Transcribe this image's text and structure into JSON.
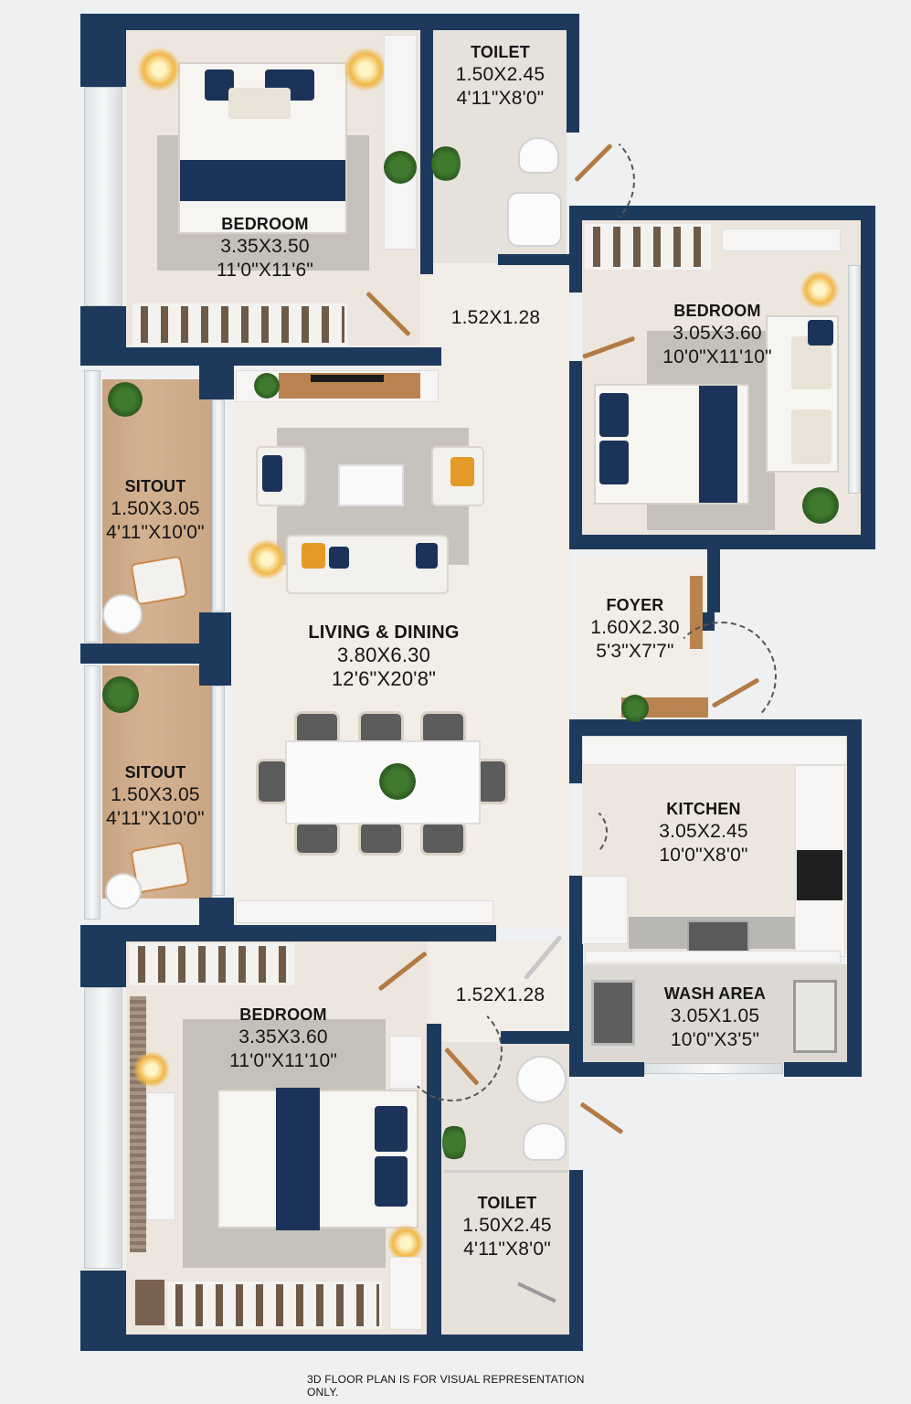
{
  "plan": {
    "wall_color": "#1d3a5c",
    "background_color": "#eef0f2",
    "rooms": [
      {
        "id": "bedroom-top-left",
        "name": "BEDROOM",
        "metric": "3.35X3.50",
        "imperial": "11'0\"X11'6\""
      },
      {
        "id": "toilet-top",
        "name": "TOILET",
        "metric": "1.50X2.45",
        "imperial": "4'11\"X8'0\""
      },
      {
        "id": "passage-top",
        "name": "",
        "metric": "1.52X1.28",
        "imperial": ""
      },
      {
        "id": "bedroom-right",
        "name": "BEDROOM",
        "metric": "3.05X3.60",
        "imperial": "10'0\"X11'10\""
      },
      {
        "id": "sitout-top",
        "name": "SITOUT",
        "metric": "1.50X3.05",
        "imperial": "4'11\"X10'0\""
      },
      {
        "id": "living-dining",
        "name": "LIVING & DINING",
        "metric": "3.80X6.30",
        "imperial": "12'6\"X20'8\""
      },
      {
        "id": "foyer",
        "name": "FOYER",
        "metric": "1.60X2.30",
        "imperial": "5'3\"X7'7\""
      },
      {
        "id": "sitout-bottom",
        "name": "SITOUT",
        "metric": "1.50X3.05",
        "imperial": "4'11\"X10'0\""
      },
      {
        "id": "kitchen",
        "name": "KITCHEN",
        "metric": "3.05X2.45",
        "imperial": "10'0\"X8'0\""
      },
      {
        "id": "passage-bottom",
        "name": "",
        "metric": "1.52X1.28",
        "imperial": ""
      },
      {
        "id": "wash-area",
        "name": "WASH AREA",
        "metric": "3.05X1.05",
        "imperial": "10'0\"X3'5\""
      },
      {
        "id": "bedroom-bottom-left",
        "name": "BEDROOM",
        "metric": "3.35X3.60",
        "imperial": "11'0\"X11'10\""
      },
      {
        "id": "toilet-bottom",
        "name": "TOILET",
        "metric": "1.50X2.45",
        "imperial": "4'11\"X8'0\""
      }
    ]
  },
  "footer": {
    "disclaimer": "3D FLOOR PLAN IS FOR VISUAL REPRESENTATION ONLY."
  }
}
